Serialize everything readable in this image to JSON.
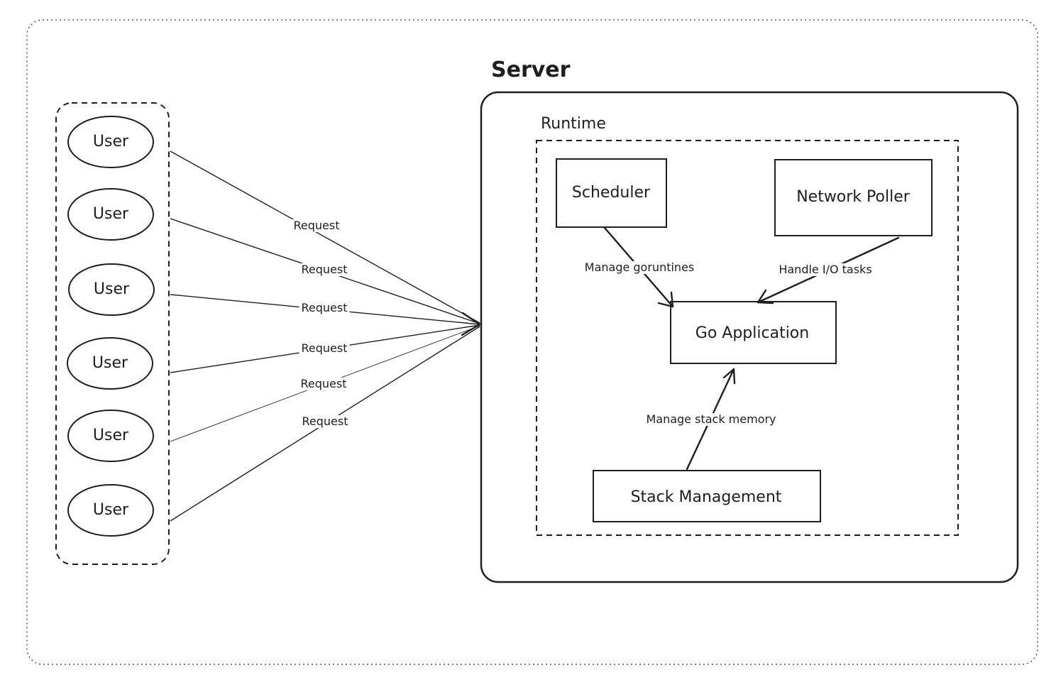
{
  "server": {
    "title": "Server",
    "runtime_label": "Runtime"
  },
  "users": [
    {
      "label": "User"
    },
    {
      "label": "User"
    },
    {
      "label": "User"
    },
    {
      "label": "User"
    },
    {
      "label": "User"
    },
    {
      "label": "User"
    }
  ],
  "requests": [
    {
      "label": "Request"
    },
    {
      "label": "Request"
    },
    {
      "label": "Request"
    },
    {
      "label": "Request"
    },
    {
      "label": "Request"
    },
    {
      "label": "Request"
    }
  ],
  "nodes": {
    "scheduler": "Scheduler",
    "network_poller": "Network Poller",
    "go_application": "Go Application",
    "stack_management": "Stack Management"
  },
  "edges": {
    "scheduler_to_app": "Manage goruntines",
    "poller_to_app": "Handle I/O tasks",
    "stack_to_app": "Manage stack memory"
  }
}
